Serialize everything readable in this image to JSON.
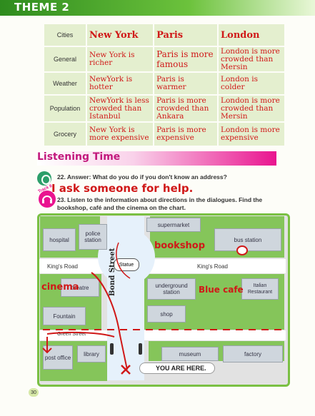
{
  "header": {
    "theme": "THEME 2"
  },
  "table": {
    "header": {
      "label": "Cities",
      "cols": [
        "New York",
        "Paris",
        "London"
      ]
    },
    "rows": [
      {
        "label": "General",
        "cols": [
          "New York is richer",
          "Paris is more famous",
          "London is more crowded than Mersin"
        ]
      },
      {
        "label": "Weather",
        "cols": [
          "NewYork is hotter",
          "Paris is warmer",
          "London is colder"
        ]
      },
      {
        "label": "Population",
        "cols": [
          "NewYork is less crowded than Istanbul",
          "Paris is more crowded than Ankara",
          "London is more crowded than Mersin"
        ]
      },
      {
        "label": "Grocery",
        "cols": [
          "New York is more expensive",
          "Paris is more expensive",
          "London is more expensive"
        ]
      }
    ]
  },
  "listening": {
    "title": "Listening Time",
    "q22": "22. Answer: What do you do if you don't know an address?",
    "answer22": "I ask someone for help.",
    "track_label": "Track 8",
    "q23": "23. Listen to the information about directions in the dialogues. Find the bookshop, café and the cinema on the chart."
  },
  "map": {
    "hospital": "hospital",
    "police": "police station",
    "supermarket": "supermarket",
    "bus": "bus station",
    "statue": "Statue",
    "kings_road_left": "King's Road",
    "kings_road_right": "King's Road",
    "theatre": "theatre",
    "underground": "underground station",
    "italian": "Italian Restaurant",
    "fountain": "Fountain",
    "shop": "shop",
    "green_street": "Green Street",
    "post_office": "post office",
    "library": "library",
    "museum": "museum",
    "factory": "factory",
    "bond_street": "Bond Street",
    "you_are_here": "YOU ARE HERE.",
    "hand_bookshop": "bookshop",
    "hand_cinema": "cinema",
    "hand_cafe": "Blue cafe"
  },
  "page_number": "30",
  "colors": {
    "accent": "#e9148f",
    "green": "#7ac043",
    "ink": "#d01818"
  }
}
